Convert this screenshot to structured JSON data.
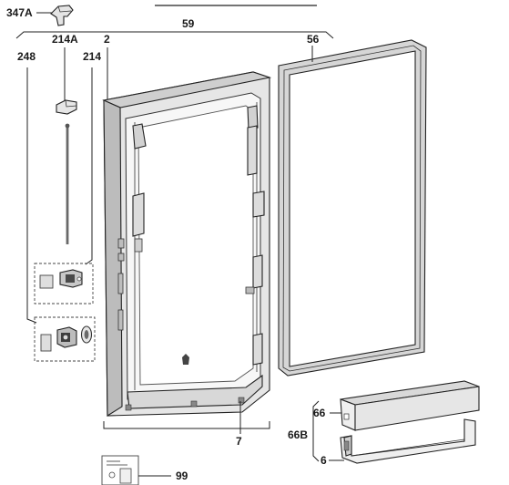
{
  "diagram": {
    "callouts": {
      "c347A": "347A",
      "c59": "59",
      "c214A": "214A",
      "c2": "2",
      "c56": "56",
      "c248": "248",
      "c214": "214",
      "c66": "66",
      "c66B": "66B",
      "c7": "7",
      "c6": "6",
      "c99": "99"
    },
    "colors": {
      "line": "#222222",
      "part_fill": "#e9e9e9",
      "part_dark": "#9a9a9a",
      "gasket": "#d6d6d6"
    }
  }
}
